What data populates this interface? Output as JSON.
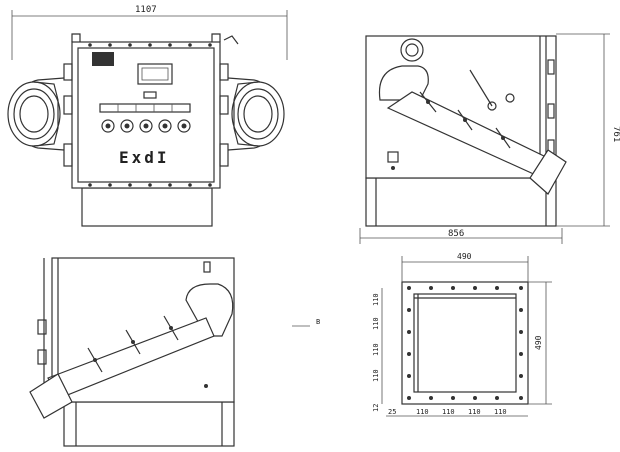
{
  "dimensions": {
    "front_width": "1107",
    "side_width": "856",
    "side_height": "761",
    "plan_width": "490",
    "plan_height": "490",
    "plan_side_spacing": [
      "110",
      "110",
      "110",
      "110"
    ],
    "plan_bottom_spacing": [
      "25",
      "110",
      "110",
      "110",
      "110"
    ],
    "plan_corner": "12"
  },
  "front_view": {
    "marking": "ExdI"
  },
  "annotations": {
    "view_marker": "B"
  }
}
